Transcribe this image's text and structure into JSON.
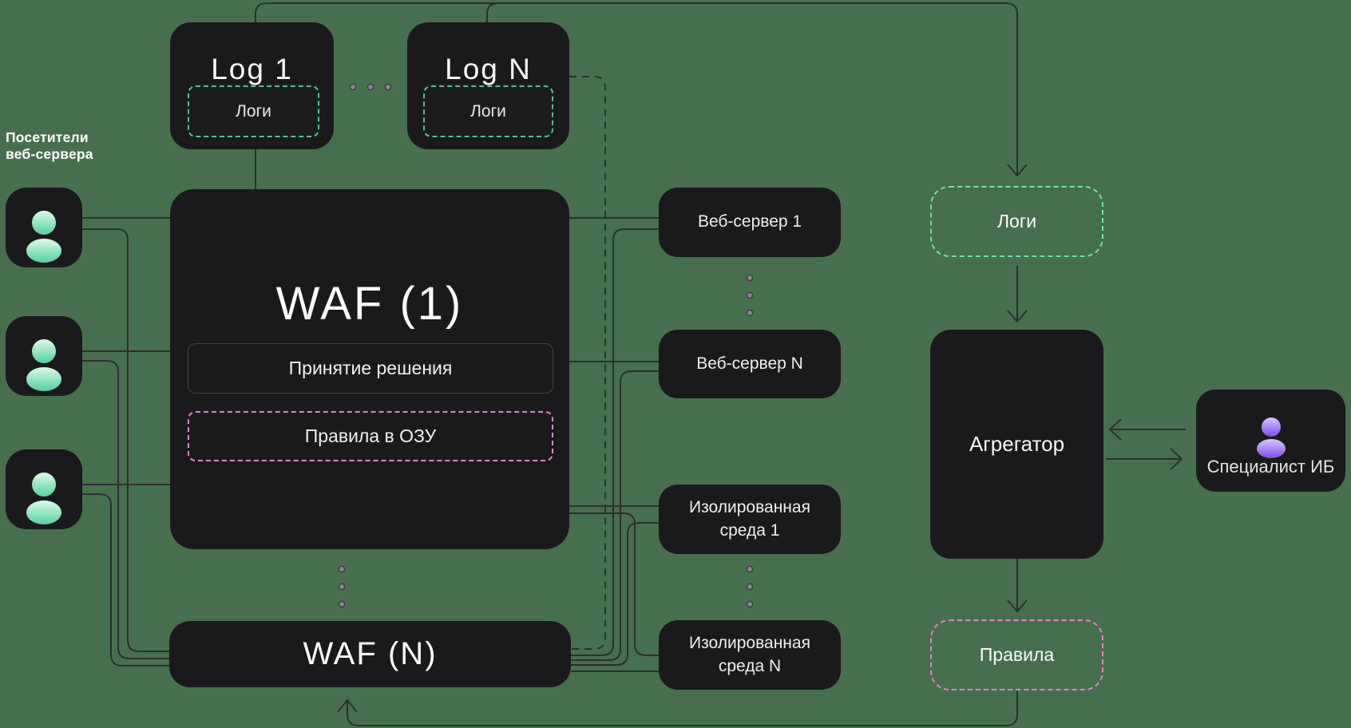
{
  "visitors_label": {
    "line1": "Посетители",
    "line2": "веб-сервера"
  },
  "nodes": {
    "log1": {
      "title": "Log 1",
      "inner_label": "Логи"
    },
    "logN": {
      "title": "Log N",
      "inner_label": "Логи"
    },
    "waf1": {
      "title": "WAF (1)",
      "decision_label": "Принятие решения",
      "rules_ram_label": "Правила в ОЗУ"
    },
    "wafN": {
      "title": "WAF (N)"
    },
    "webserver1": {
      "label": "Веб-сервер 1"
    },
    "webserverN": {
      "label": "Веб-сервер N"
    },
    "sandbox1": {
      "label": "Изолированная среда 1"
    },
    "sandboxN": {
      "label": "Изолированная среда N"
    },
    "logs_store": {
      "label": "Логи"
    },
    "aggregator": {
      "label": "Агрегатор"
    },
    "rules": {
      "label": "Правила"
    },
    "specialist": {
      "label": "Специалист ИБ"
    }
  },
  "icons": {
    "visitor_avatar": "user-icon",
    "specialist_avatar": "user-icon-purple"
  },
  "colors": {
    "background": "#46704D",
    "node_fill": "#1A1A1C",
    "wire": "#2D2E30",
    "dashed_teal": "#52C39B",
    "dashed_mint": "#74E0B0",
    "dashed_pink": "#E783C8",
    "avatar_green_top": "#DFF9EA",
    "avatar_green_bottom": "#52D29E",
    "avatar_purple_top": "#D9C8FB",
    "avatar_purple_bottom": "#7E4BEE",
    "text": "#FFFFFF"
  }
}
